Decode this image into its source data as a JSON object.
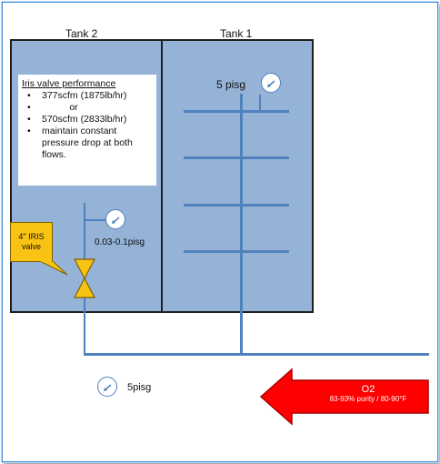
{
  "tanks": {
    "tank2_label": "Tank 2",
    "tank1_label": "Tank 1"
  },
  "performance": {
    "heading": "Iris valve performance",
    "item1": "377scfm (1875lb/hr)",
    "or": "or",
    "item2": "570scfm (2833lb/hr)",
    "item3": "maintain constant pressure drop at both flows."
  },
  "callout": {
    "line1": "4\" IRIS",
    "line2": "valve"
  },
  "pressures": {
    "tank1": "5 pisg",
    "tank2": "0.03-0.1pisg",
    "inlet": "5pisg"
  },
  "o2_arrow": {
    "title": "O2",
    "subtitle": "83-93% purity / 80-90°F"
  },
  "colors": {
    "tank_fill": "#95b3d7",
    "pipe": "#4f81bd",
    "callout": "#f9c314",
    "arrow": "#ff0000"
  },
  "icons": {
    "gauge": "pressure-gauge-icon",
    "valve": "butterfly-valve-icon"
  }
}
